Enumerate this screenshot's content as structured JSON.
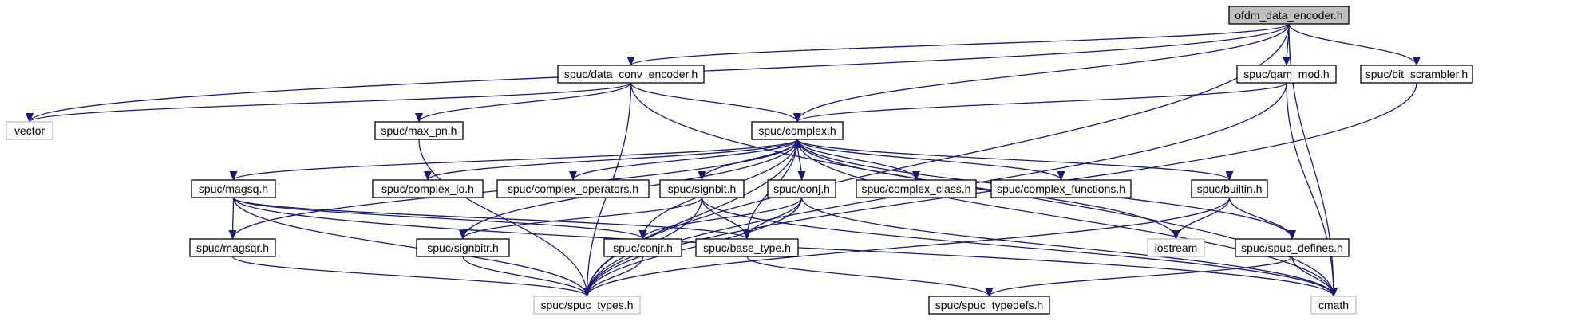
{
  "graph": {
    "nodes": [
      {
        "id": "ofdm",
        "label": "ofdm_data_encoder.h",
        "style": "root"
      },
      {
        "id": "vector",
        "label": "vector",
        "style": "external"
      },
      {
        "id": "dce",
        "label": "spuc/data_conv_encoder.h",
        "style": "file"
      },
      {
        "id": "qam",
        "label": "spuc/qam_mod.h",
        "style": "file"
      },
      {
        "id": "bitscr",
        "label": "spuc/bit_scrambler.h",
        "style": "file"
      },
      {
        "id": "maxpn",
        "label": "spuc/max_pn.h",
        "style": "file"
      },
      {
        "id": "complex",
        "label": "spuc/complex.h",
        "style": "file"
      },
      {
        "id": "magsq",
        "label": "spuc/magsq.h",
        "style": "file"
      },
      {
        "id": "cio",
        "label": "spuc/complex_io.h",
        "style": "file"
      },
      {
        "id": "cops",
        "label": "spuc/complex_operators.h",
        "style": "file"
      },
      {
        "id": "signbit",
        "label": "spuc/signbit.h",
        "style": "file"
      },
      {
        "id": "conj",
        "label": "spuc/conj.h",
        "style": "file"
      },
      {
        "id": "cclass",
        "label": "spuc/complex_class.h",
        "style": "file"
      },
      {
        "id": "cfunc",
        "label": "spuc/complex_functions.h",
        "style": "file"
      },
      {
        "id": "builtin",
        "label": "spuc/builtin.h",
        "style": "file"
      },
      {
        "id": "magsqr",
        "label": "spuc/magsqr.h",
        "style": "file"
      },
      {
        "id": "signbitr",
        "label": "spuc/signbitr.h",
        "style": "file"
      },
      {
        "id": "conjr",
        "label": "spuc/conjr.h",
        "style": "file"
      },
      {
        "id": "basetype",
        "label": "spuc/base_type.h",
        "style": "file"
      },
      {
        "id": "iostream",
        "label": "iostream",
        "style": "external"
      },
      {
        "id": "defines",
        "label": "spuc/spuc_defines.h",
        "style": "file"
      },
      {
        "id": "types",
        "label": "spuc/spuc_types.h",
        "style": "external"
      },
      {
        "id": "typedefs",
        "label": "spuc/spuc_typedefs.h",
        "style": "file"
      },
      {
        "id": "cmath",
        "label": "cmath",
        "style": "external"
      }
    ],
    "edges": [
      [
        "ofdm",
        "vector"
      ],
      [
        "ofdm",
        "dce"
      ],
      [
        "ofdm",
        "complex"
      ],
      [
        "ofdm",
        "qam"
      ],
      [
        "ofdm",
        "bitscr"
      ],
      [
        "ofdm",
        "types"
      ],
      [
        "ofdm",
        "cmath"
      ],
      [
        "dce",
        "vector"
      ],
      [
        "dce",
        "maxpn"
      ],
      [
        "dce",
        "complex"
      ],
      [
        "dce",
        "types"
      ],
      [
        "dce",
        "cmath"
      ],
      [
        "qam",
        "complex"
      ],
      [
        "qam",
        "types"
      ],
      [
        "qam",
        "cmath"
      ],
      [
        "bitscr",
        "types"
      ],
      [
        "maxpn",
        "types"
      ],
      [
        "complex",
        "magsq"
      ],
      [
        "complex",
        "cio"
      ],
      [
        "complex",
        "cops"
      ],
      [
        "complex",
        "signbit"
      ],
      [
        "complex",
        "conj"
      ],
      [
        "complex",
        "cclass"
      ],
      [
        "complex",
        "cfunc"
      ],
      [
        "complex",
        "builtin"
      ],
      [
        "complex",
        "iostream"
      ],
      [
        "complex",
        "defines"
      ],
      [
        "complex",
        "cmath"
      ],
      [
        "complex",
        "types"
      ],
      [
        "magsq",
        "magsqr"
      ],
      [
        "magsq",
        "basetype"
      ],
      [
        "magsq",
        "conjr"
      ],
      [
        "magsq",
        "types"
      ],
      [
        "magsq",
        "cmath"
      ],
      [
        "signbit",
        "signbitr"
      ],
      [
        "signbit",
        "basetype"
      ],
      [
        "signbit",
        "types"
      ],
      [
        "signbit",
        "cmath"
      ],
      [
        "conj",
        "conjr"
      ],
      [
        "conj",
        "basetype"
      ],
      [
        "conj",
        "types"
      ],
      [
        "conj",
        "cmath"
      ],
      [
        "builtin",
        "iostream"
      ],
      [
        "builtin",
        "defines"
      ],
      [
        "builtin",
        "types"
      ],
      [
        "magsqr",
        "complex"
      ],
      [
        "magsqr",
        "types"
      ],
      [
        "signbitr",
        "complex"
      ],
      [
        "signbitr",
        "types"
      ],
      [
        "conjr",
        "complex"
      ],
      [
        "conjr",
        "types"
      ],
      [
        "basetype",
        "complex"
      ],
      [
        "basetype",
        "typedefs"
      ],
      [
        "defines",
        "cmath"
      ],
      [
        "defines",
        "typedefs"
      ]
    ],
    "colors": {
      "edge": "#191970",
      "root_fill": "#bfbfbf",
      "file_border": "#000000",
      "external_border": "#bfbfbf",
      "text": "#000000"
    }
  }
}
